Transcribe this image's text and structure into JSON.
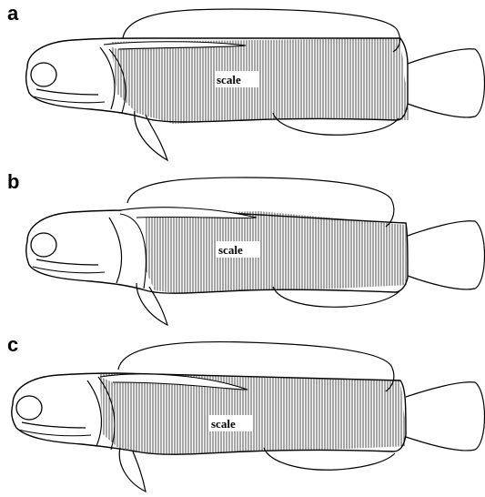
{
  "panels": [
    {
      "letter": "a",
      "scale_label": "scale"
    },
    {
      "letter": "b",
      "scale_label": "scale"
    },
    {
      "letter": "c",
      "scale_label": "scale"
    }
  ]
}
